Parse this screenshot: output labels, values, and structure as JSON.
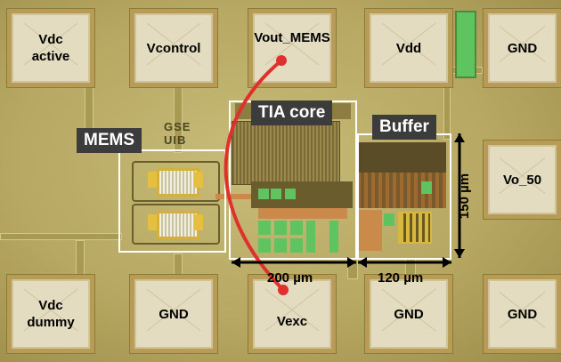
{
  "pads": {
    "vdc_active": "Vdc\nactive",
    "vcontrol": "Vcontrol",
    "vout_mems": "Vout_MEMS",
    "vdd": "Vdd",
    "gnd_top": "GND",
    "vo_50": "Vo_50",
    "vdc_dummy": "Vdc\ndummy",
    "gnd_bottom_1": "GND",
    "vexc": "Vexc",
    "gnd_bottom_2": "GND",
    "gnd_bottom_3": "GND"
  },
  "blocks": {
    "mems": "MEMS",
    "tia_core": "TIA core",
    "buffer": "Buffer"
  },
  "logo": "GSE UIB",
  "dimensions": {
    "tia_width": "200 µm",
    "buffer_width": "120 µm",
    "height": "150 µm"
  },
  "colors": {
    "substrate": "#b7a863",
    "pad_fill": "#e3dcc0",
    "pad_ring": "#b89c55",
    "highlight_line": "#e0302e",
    "metal_green": "#5fc460",
    "label_bg": "#3c3c3c"
  }
}
